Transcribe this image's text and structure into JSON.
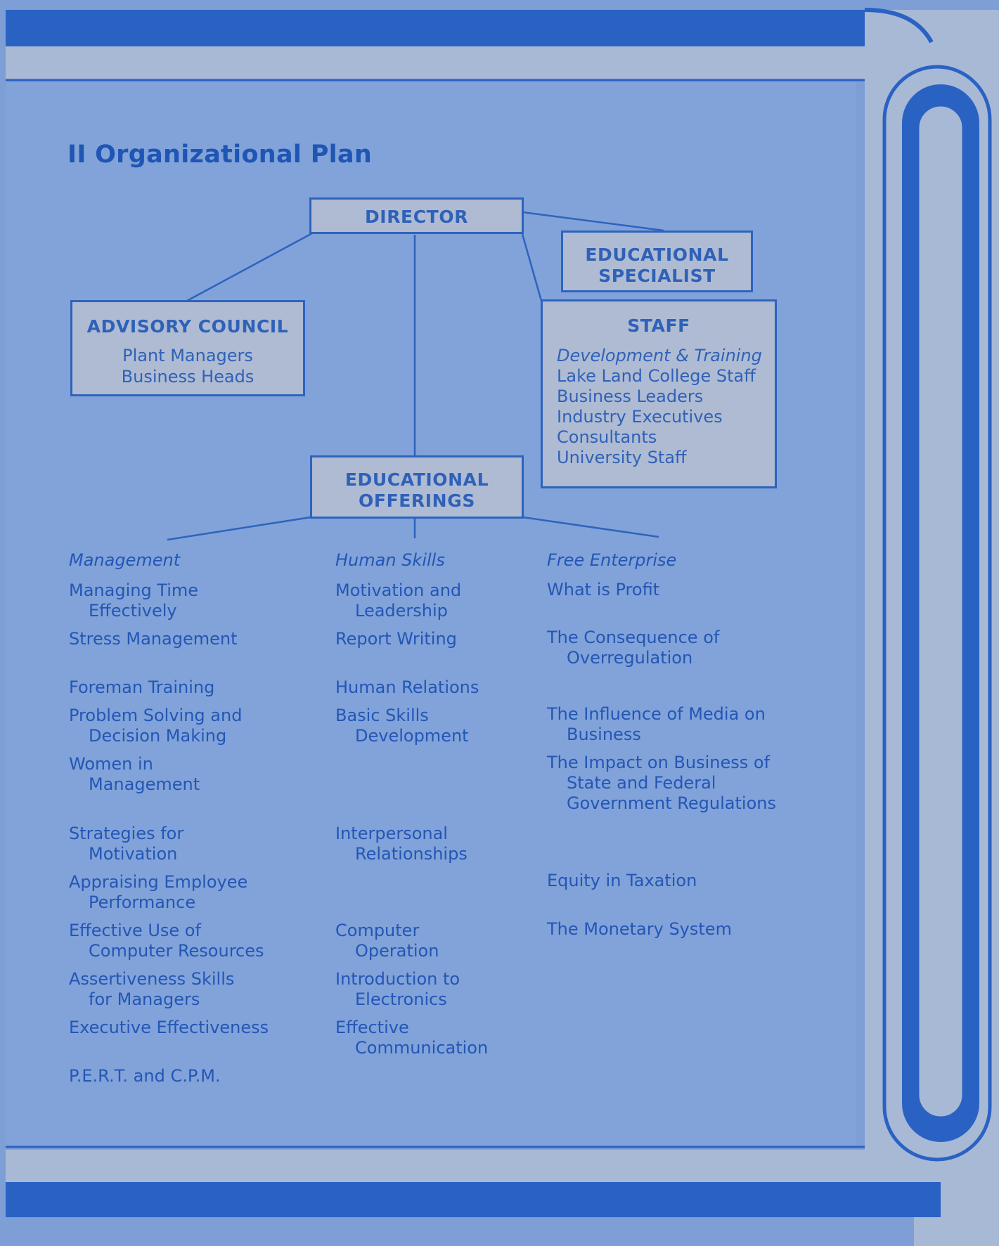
{
  "title": "II  Organizational Plan",
  "director": {
    "label": "DIRECTOR"
  },
  "specialist": {
    "lines": [
      "EDUCATIONAL",
      "SPECIALIST"
    ]
  },
  "advisory": {
    "label": "ADVISORY COUNCIL",
    "members": [
      "Plant Managers",
      "Business Heads"
    ]
  },
  "staff": {
    "label": "STAFF",
    "subtitle": "Development & Training",
    "members": [
      "Lake Land College Staff",
      "Business Leaders",
      "Industry Executives",
      "Consultants",
      "University Staff"
    ]
  },
  "offerings": {
    "lines": [
      "EDUCATIONAL",
      "OFFERINGS"
    ]
  },
  "columns": [
    {
      "heading": "Management",
      "items": [
        [
          "Managing Time",
          "Effectively"
        ],
        [
          "Stress Management"
        ],
        [
          "Foreman Training"
        ],
        [
          "Problem Solving and",
          "Decision Making"
        ],
        [
          "Women in",
          "Management"
        ],
        [
          "Strategies for",
          "Motivation"
        ],
        [
          "Appraising Employee",
          "Performance"
        ],
        [
          "Effective Use of",
          "Computer Resources"
        ],
        [
          "Assertiveness Skills",
          "for Managers"
        ],
        [
          "Executive Effectiveness"
        ],
        [
          "P.E.R.T. and C.P.M."
        ]
      ]
    },
    {
      "heading": "Human Skills",
      "items": [
        [
          "Motivation and",
          "Leadership"
        ],
        [
          "Report Writing"
        ],
        [
          "Human Relations"
        ],
        [
          "Basic Skills",
          "Development"
        ],
        [
          "Interpersonal",
          "Relationships"
        ],
        [
          "Computer",
          "Operation"
        ],
        [
          "Introduction to",
          "Electronics"
        ],
        [
          "Effective",
          "Communication"
        ]
      ]
    },
    {
      "heading": "Free Enterprise",
      "items": [
        [
          "What is Profit"
        ],
        [
          "The Consequence of",
          "Overregulation"
        ],
        [
          "The Influence of Media on",
          "Business"
        ],
        [
          "The Impact on Business of",
          "State and Federal",
          "Government Regulations"
        ],
        [
          "Equity in Taxation"
        ],
        [
          "The Monetary System"
        ]
      ]
    }
  ],
  "colors": {
    "background": "#81a3d9",
    "band_dark": "#2a62c4",
    "band_light": "#a8b9d6",
    "box_fill": "#aebbd3",
    "text": "#2356b5"
  }
}
